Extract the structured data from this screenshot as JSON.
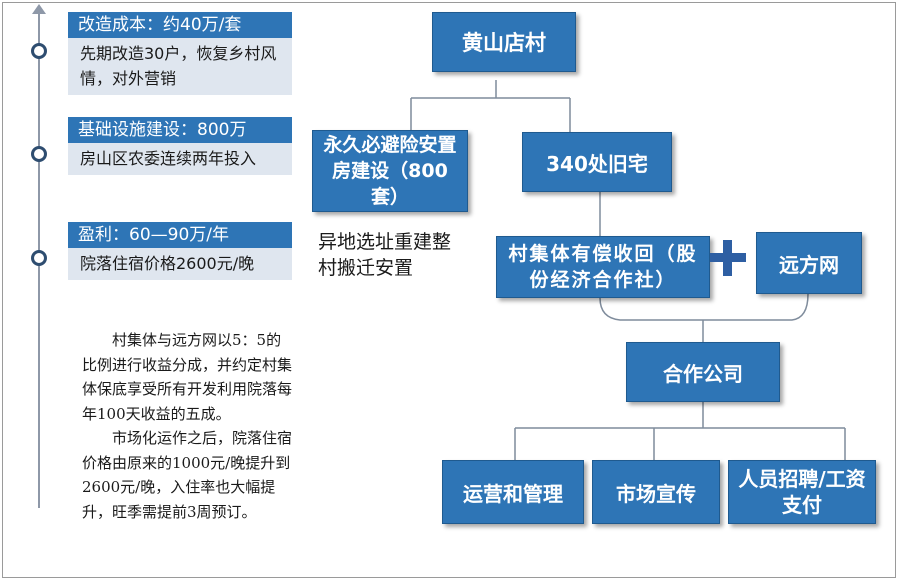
{
  "timeline": [
    {
      "header": "改造成本：约40万/套",
      "body": "先期改造30户，恢复乡村风情，对外营销"
    },
    {
      "header": "基础设施建设：800万",
      "body": "房山区农委连续两年投入"
    },
    {
      "header": "盈利：60—90万/年",
      "body": "院落住宿价格2600元/晚"
    }
  ],
  "note": {
    "paragraph_1": "村集体与远方网以5：5的比例进行收益分成，并约定村集体保底享受所有开发利用院落每年100天收益的五成。",
    "paragraph_2": "市场化运作之后，院落住宿价格由原来的1000元/晚提升到2600元/晚，入住率也大幅提升，旺季需提前3周预订。"
  },
  "diagram": {
    "root": "黄山店村",
    "resettlement": "永久必避险安置房建设（800套）",
    "resettlement_note": "异地选址重建整村搬迁安置",
    "old_houses": "340处旧宅",
    "collective": "村集体有偿收回（股份经济合作社）",
    "partner": "远方网",
    "company": "合作公司",
    "operations": "运营和管理",
    "marketing": "市场宣传",
    "hr": "人员招聘/工资支付"
  },
  "colors": {
    "node": "#2e75b6",
    "card_body": "#dfe6ef",
    "line": "#7f8c9c"
  }
}
